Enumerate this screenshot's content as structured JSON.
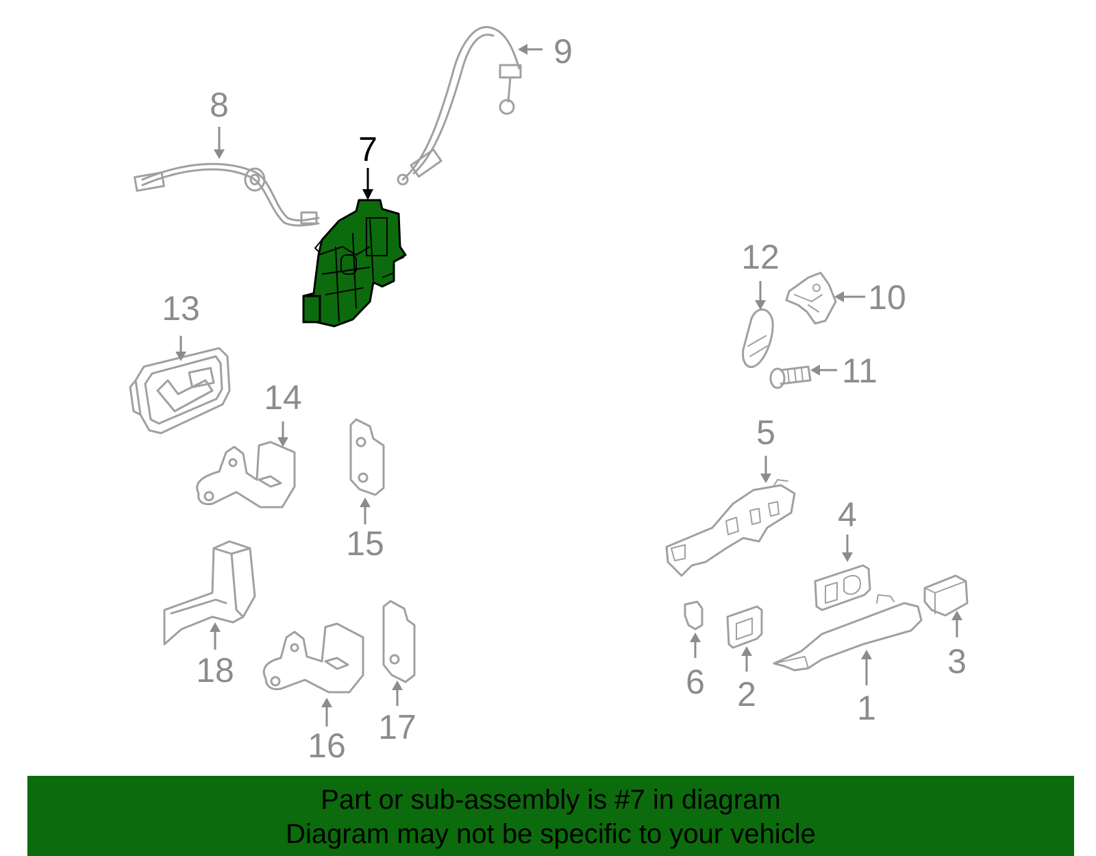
{
  "diagram": {
    "highlight_color": "#0c6b0c",
    "line_color": "#a0a0a0",
    "callouts": {
      "c1": "1",
      "c2": "2",
      "c3": "3",
      "c4": "4",
      "c5": "5",
      "c6": "6",
      "c7": "7",
      "c8": "8",
      "c9": "9",
      "c10": "10",
      "c11": "11",
      "c12": "12",
      "c13": "13",
      "c14": "14",
      "c15": "15",
      "c16": "16",
      "c17": "17",
      "c18": "18"
    },
    "highlighted_part": "7"
  },
  "banner": {
    "line1": "Part or sub-assembly is #7 in diagram",
    "line2": "Diagram may not be specific to your vehicle",
    "background": "#0c6b0c"
  }
}
